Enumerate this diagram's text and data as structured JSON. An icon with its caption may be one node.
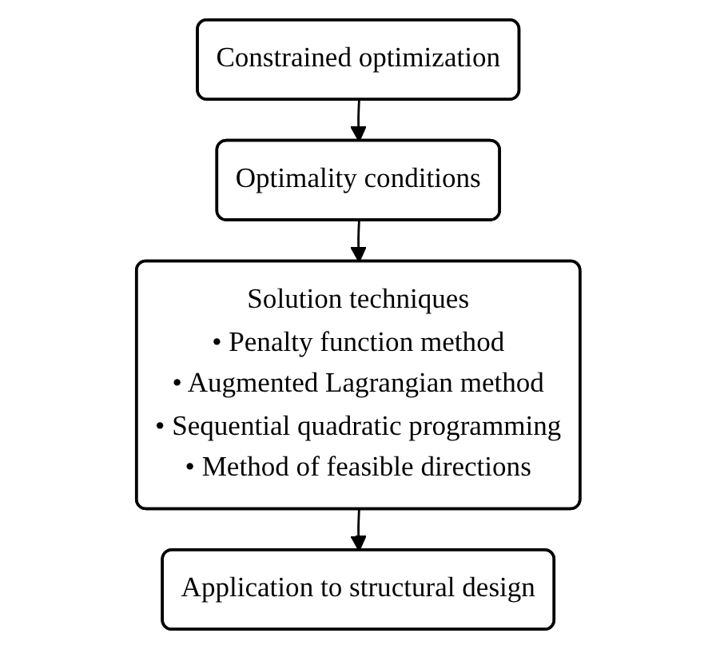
{
  "diagram": {
    "nodes": [
      {
        "text": [
          "Constrained optimization"
        ]
      },
      {
        "text": [
          "Optimality conditions"
        ]
      },
      {
        "text": [
          "Solution techniques",
          "• Penalty function method",
          "• Augmented Lagrangian method",
          "• Sequential quadratic programming",
          "• Method of feasible directions"
        ]
      },
      {
        "text": [
          "Application to structural design"
        ]
      }
    ],
    "edges": [
      {
        "from": 0,
        "to": 1,
        "arrow": "to"
      },
      {
        "from": 1,
        "to": 2,
        "arrow": "to"
      },
      {
        "from": 2,
        "to": 3,
        "arrow": "to"
      }
    ]
  }
}
